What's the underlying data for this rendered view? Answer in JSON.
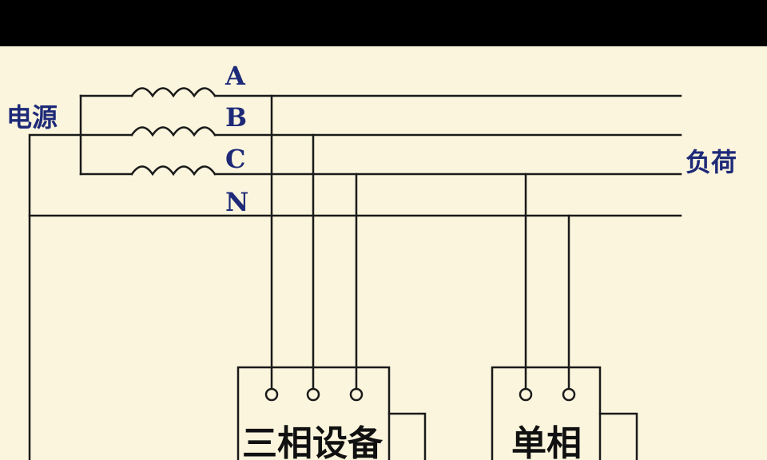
{
  "diagram": {
    "source_label": "电源",
    "load_label": "负荷",
    "phases": [
      {
        "id": "A",
        "label": "A"
      },
      {
        "id": "B",
        "label": "B"
      },
      {
        "id": "C",
        "label": "C"
      },
      {
        "id": "N",
        "label": "N"
      }
    ],
    "three_phase_device": {
      "label": "三相设备",
      "terminals": 3
    },
    "single_phase_device": {
      "label": "单相",
      "terminals": 2
    }
  },
  "colors": {
    "background": "#fbf5dd",
    "wire": "#1a1a1a",
    "text": "#1e2a78",
    "letterbox": "#000000"
  }
}
